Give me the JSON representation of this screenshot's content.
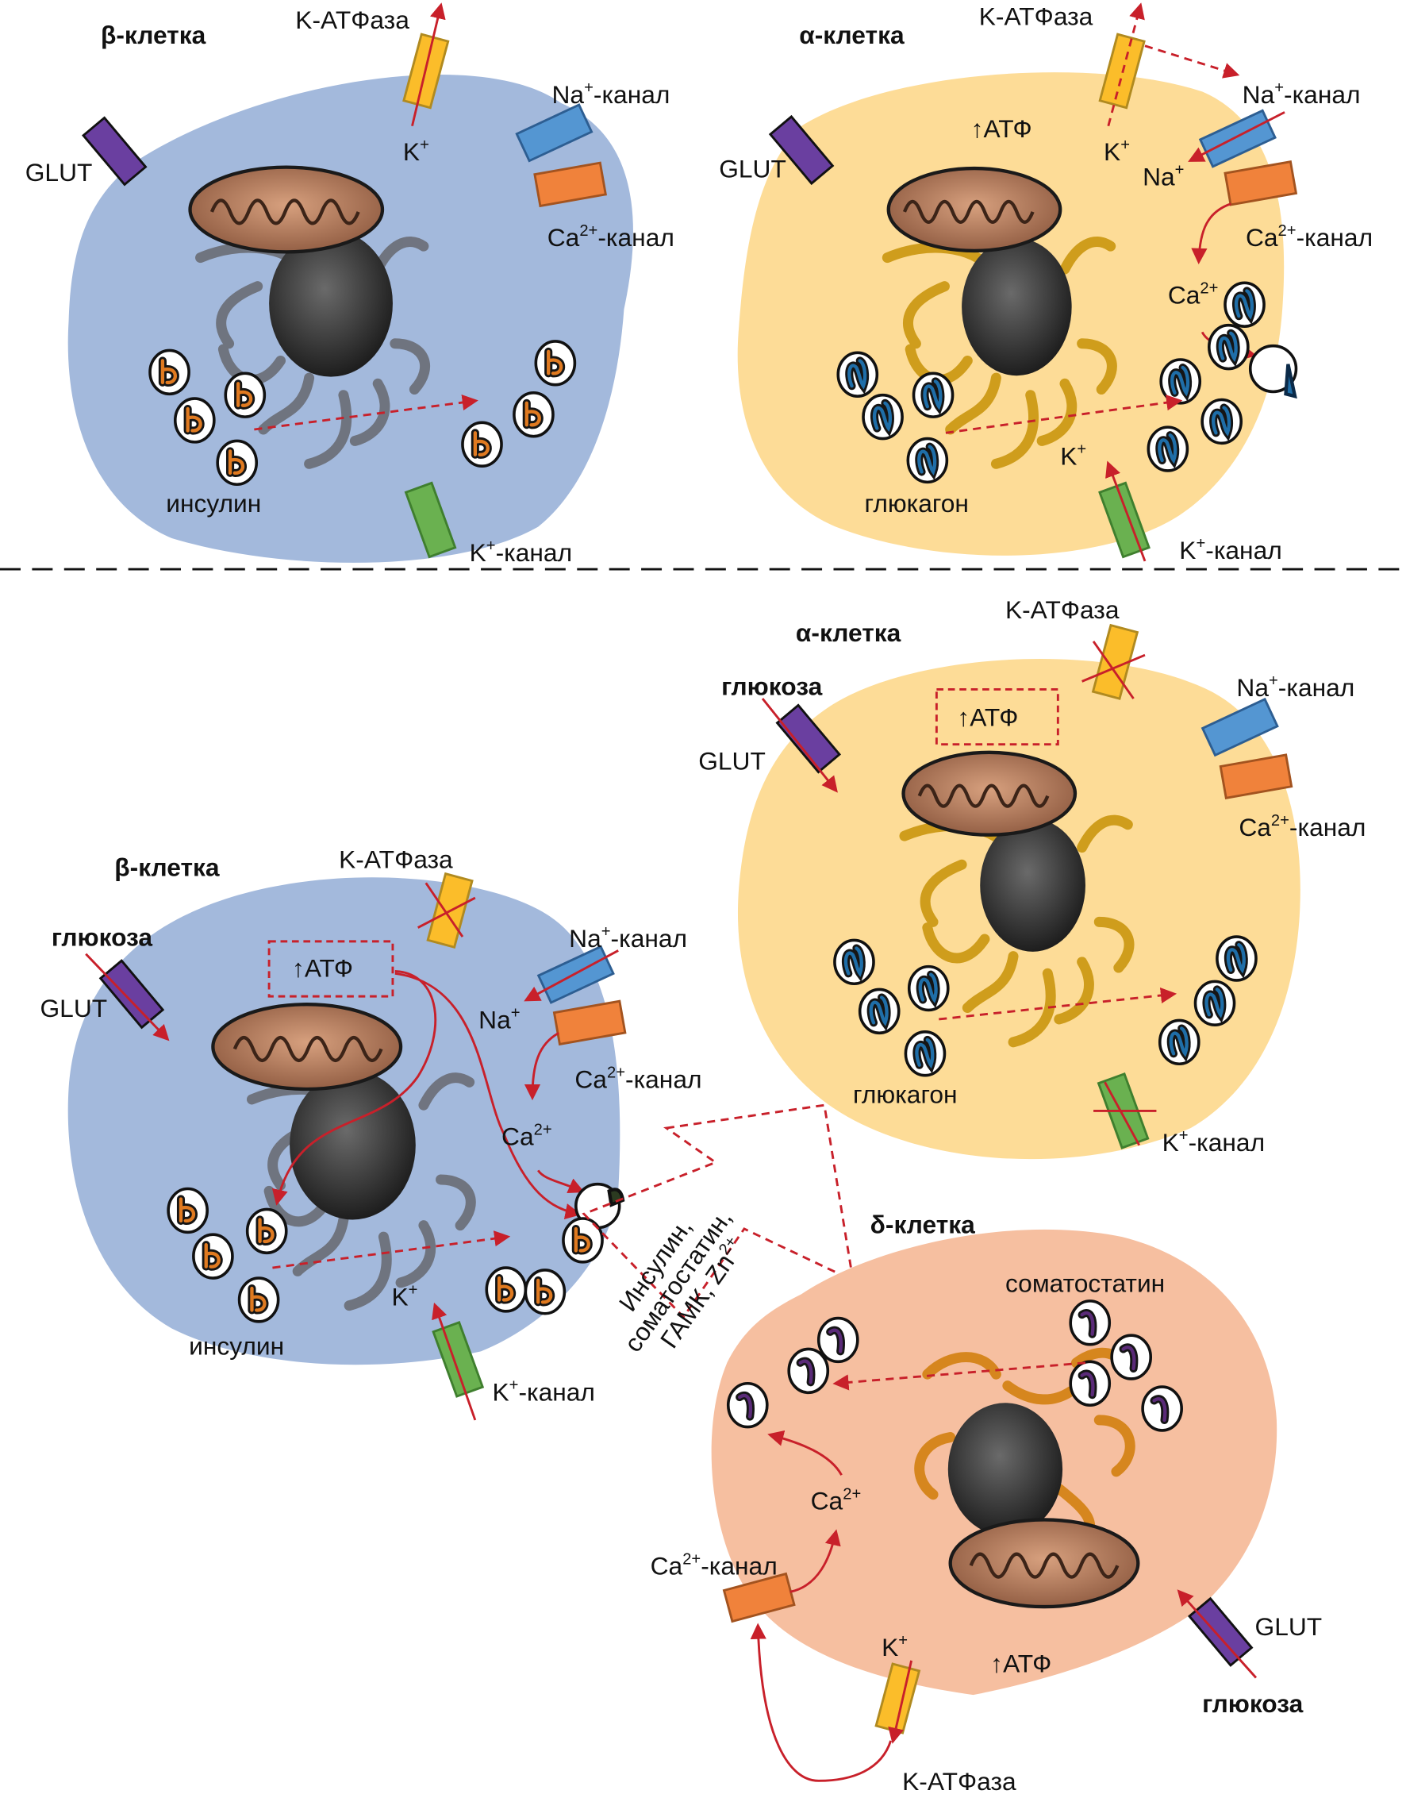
{
  "colors": {
    "beta_cell": "#a3b9dc",
    "alpha_cell": "#fddc97",
    "delta_cell": "#f6bfa0",
    "arrow_red": "#c8202a",
    "glut": "#6a3fa0",
    "k_atpase": "#fbbd2a",
    "na_channel": "#5496d2",
    "ca_channel": "#f0823b",
    "k_channel": "#6ab150",
    "nucleus": "#3a3a3a",
    "er_beta": "#7a7d85",
    "er_alpha": "#d4a020",
    "er_delta": "#d98a20",
    "mitochondrion": "#b07a5a",
    "insulin_granule": "#e07a20",
    "glucagon_granule": "#1f6ea8",
    "somatostatin_granule": "#5a2a78"
  },
  "top": {
    "beta": {
      "title": "β-клетка",
      "k_atpase": "K-ATФаза",
      "na_channel": "-канал",
      "na_ion": "Na",
      "ca_channel": "-канал",
      "ca_ion": "Ca",
      "ca_charge": "2+",
      "plus": "+",
      "glut": "GLUT",
      "k_ion": "K",
      "k_channel": "-канал",
      "granule_label": "инсулин"
    },
    "alpha": {
      "title": "α-клетка",
      "k_atpase": "K-ATФаза",
      "na_channel": "-канал",
      "na_ion": "Na",
      "ca_channel": "-канал",
      "ca_ion": "Ca",
      "ca_charge": "2+",
      "plus": "+",
      "glut": "GLUT",
      "atp": "АТФ",
      "k_ion": "K",
      "k_channel": "-канал",
      "granule_label": "глюкагон"
    }
  },
  "bottom": {
    "beta": {
      "title": "β-клетка",
      "glucose": "глюкоза",
      "glut": "GLUT",
      "k_atpase": "K-ATФаза",
      "atp": "АТФ",
      "na_channel": "-канал",
      "na_ion": "Na",
      "ca_channel": "-канал",
      "ca_ion": "Ca",
      "ca_charge": "2+",
      "plus": "+",
      "k_ion": "K",
      "k_channel": "-канал",
      "granule_label": "инсулин"
    },
    "alpha": {
      "title": "α-клетка",
      "glucose": "глюкоза",
      "glut": "GLUT",
      "k_atpase": "K-ATФаза",
      "atp": "АТФ",
      "na_channel": "-канал",
      "na_ion": "Na",
      "ca_channel": "-канал",
      "ca_ion": "Ca",
      "ca_charge": "2+",
      "plus": "+",
      "k_channel": "-канал",
      "k_ion": "K",
      "granule_label": "глюкагон"
    },
    "delta": {
      "title": "δ-клетка",
      "granule_label": "соматостатин",
      "ca_ion": "Ca",
      "ca_charge": "2+",
      "ca_channel": "-канал",
      "k_ion": "K",
      "plus": "+",
      "atp": "АТФ",
      "glut": "GLUT",
      "glucose": "глюкоза",
      "k_atpase": "K-ATФаза"
    },
    "signal_arrow": {
      "line1": "Инсулин,",
      "line2": "соматостатин,",
      "line3": "ГАМК, Zn",
      "line3_sup": "2+"
    }
  }
}
